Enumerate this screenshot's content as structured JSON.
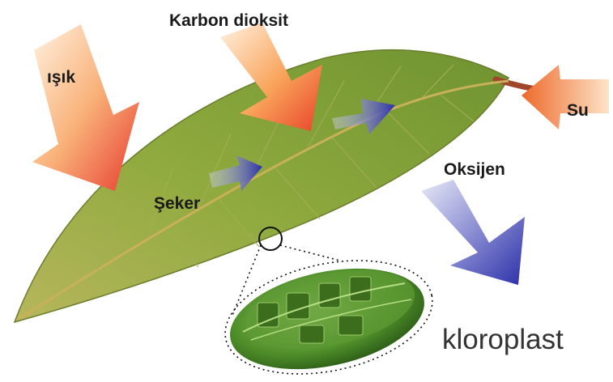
{
  "labels": {
    "light": "ışık",
    "carbon_dioxide": "Karbon dioksit",
    "water": "Su",
    "sugar": "Şeker",
    "oxygen": "Oksijen",
    "chloroplast": "kloroplast"
  },
  "colors": {
    "input_arrow_light": "#fdd9b0",
    "input_arrow_dark": "#e8432a",
    "output_arrow": "#2b2fa8",
    "leaf": "#8aa43a",
    "chloroplast": "#3d7a1c"
  }
}
